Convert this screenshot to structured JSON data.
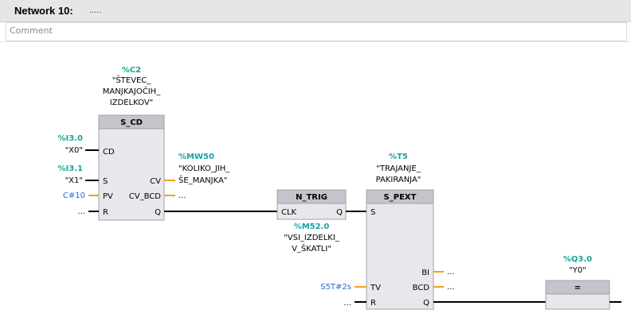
{
  "network": {
    "title": "Network 10:",
    "dots": "....."
  },
  "comment": {
    "placeholder": "Comment"
  },
  "blocks": {
    "s_cd": {
      "address": "%C2",
      "name_lines": [
        "\"ŠTEVEC_",
        "MANJKAJOČIH_",
        "IZDELKOV\""
      ],
      "type": "S_CD",
      "pins": {
        "cd": "CD",
        "s": "S",
        "pv": "PV",
        "r": "R",
        "cv": "CV",
        "cv_bcd": "CV_BCD",
        "q": "Q"
      },
      "inputs": {
        "cd": {
          "address": "%I3.0",
          "name": "\"X0\""
        },
        "s": {
          "address": "%I3.1",
          "name": "\"X1\""
        },
        "pv": "C#10",
        "r": "..."
      },
      "outputs": {
        "cv": {
          "address": "%MW50",
          "name_lines": [
            "\"KOLIKO_JIH_",
            "ŠE_MANJKA\""
          ]
        },
        "cv_bcd": "..."
      }
    },
    "n_trig": {
      "type": "N_TRIG",
      "pins": {
        "clk": "CLK",
        "q": "Q"
      },
      "memory": {
        "address": "%M52.0",
        "name_lines": [
          "\"VSI_IZDELKI_",
          "V_ŠKATLI\""
        ]
      }
    },
    "s_pext": {
      "address": "%T5",
      "name_lines": [
        "\"TRAJANJE_",
        "PAKIRANJA\""
      ],
      "type": "S_PEXT",
      "pins": {
        "s": "S",
        "tv": "TV",
        "r": "R",
        "bi": "BI",
        "bcd": "BCD",
        "q": "Q"
      },
      "inputs": {
        "tv": "S5T#2s",
        "r": "..."
      },
      "outputs": {
        "bi": "...",
        "bcd": "..."
      }
    },
    "assign": {
      "address": "%Q3.0",
      "name": "\"Y0\"",
      "symbol": "="
    }
  }
}
